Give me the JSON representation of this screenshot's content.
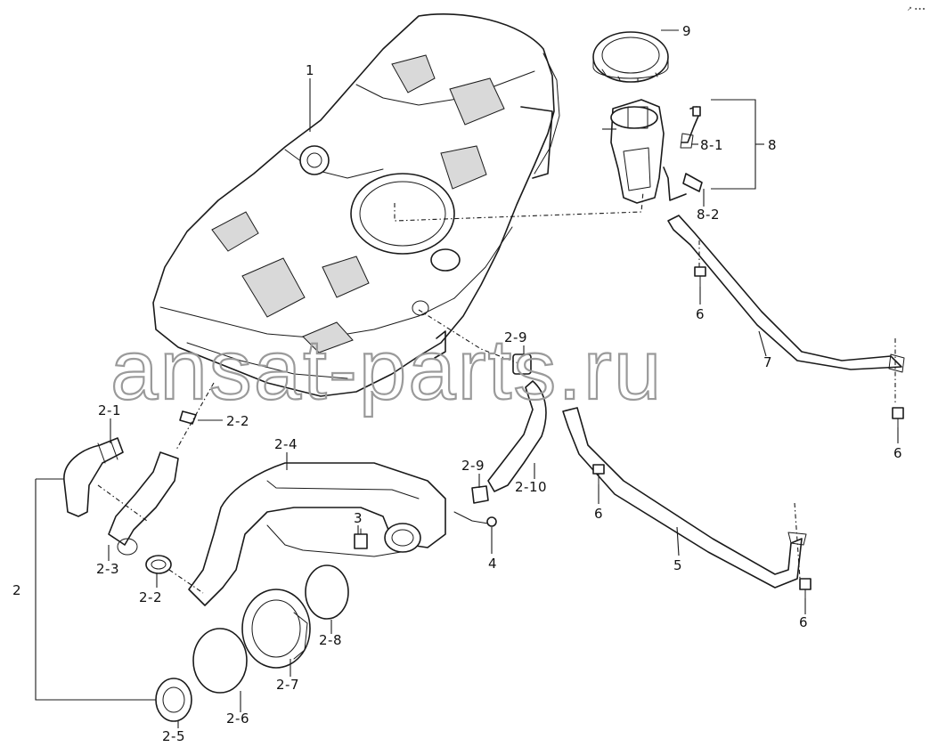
{
  "corner_mark": "↗ ∙∙∙",
  "watermark": "ansat-parts.ru",
  "callouts": {
    "p1": "1",
    "p2": "2",
    "p2_1": "2-1",
    "p2_2a": "2-2",
    "p2_2b": "2-2",
    "p2_3": "2-3",
    "p2_4": "2-4",
    "p2_5": "2-5",
    "p2_6": "2-6",
    "p2_7": "2-7",
    "p2_8": "2-8",
    "p2_9a": "2-9",
    "p2_9b": "2-9",
    "p2_10": "2-10",
    "p3": "3",
    "p4": "4",
    "p5": "5",
    "p6a": "6",
    "p6b": "6",
    "p6c": "6",
    "p6d": "6",
    "p7": "7",
    "p8": "8",
    "p8_1": "8-1",
    "p8_2": "8-2",
    "p9": "9"
  }
}
